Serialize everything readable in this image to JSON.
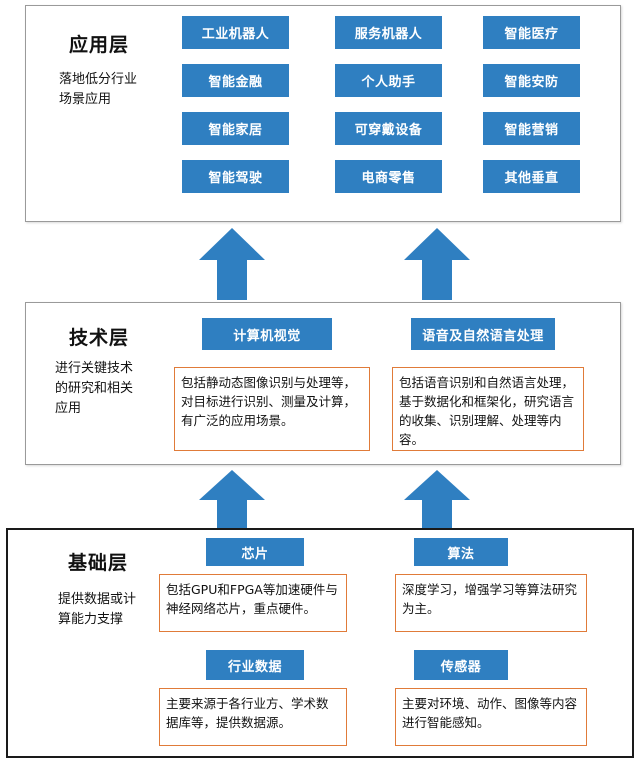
{
  "app_layer": {
    "title": "应用层",
    "desc": "落地低分行业\n场景应用",
    "items": [
      "工业机器人",
      "服务机器人",
      "智能医疗",
      "智能金融",
      "个人助手",
      "智能安防",
      "智能家居",
      "可穿戴设备",
      "智能营销",
      "智能驾驶",
      "电商零售",
      "其他垂直"
    ]
  },
  "tech_layer": {
    "title": "技术层",
    "desc": "进行关键技术\n的研究和相关\n应用",
    "cv": {
      "label": "计算机视觉",
      "text": "包括静动态图像识别与处理等，对目标进行识别、测量及计算，有广泛的应用场景。"
    },
    "nlp": {
      "label": "语音及自然语言处理",
      "text": "包括语音识别和自然语言处理，基于数据化和框架化，研究语言的收集、识别理解、处理等内容。"
    }
  },
  "base_layer": {
    "title": "基础层",
    "desc": "提供数据或计\n算能力支撑",
    "chip": {
      "label": "芯片",
      "text": "包括GPU和FPGA等加速硬件与神经网络芯片，重点硬件。"
    },
    "algo": {
      "label": "算法",
      "text": "深度学习，增强学习等算法研究为主。"
    },
    "data": {
      "label": "行业数据",
      "text": "主要来源于各行业方、学术数据库等，提供数据源。"
    },
    "sensor": {
      "label": "传感器",
      "text": "主要对环境、动作、图像等内容进行智能感知。"
    }
  },
  "colors": {
    "accent": "#2f7fc1",
    "box_border": "#e07b39",
    "arrow": "#2f7fc1"
  }
}
